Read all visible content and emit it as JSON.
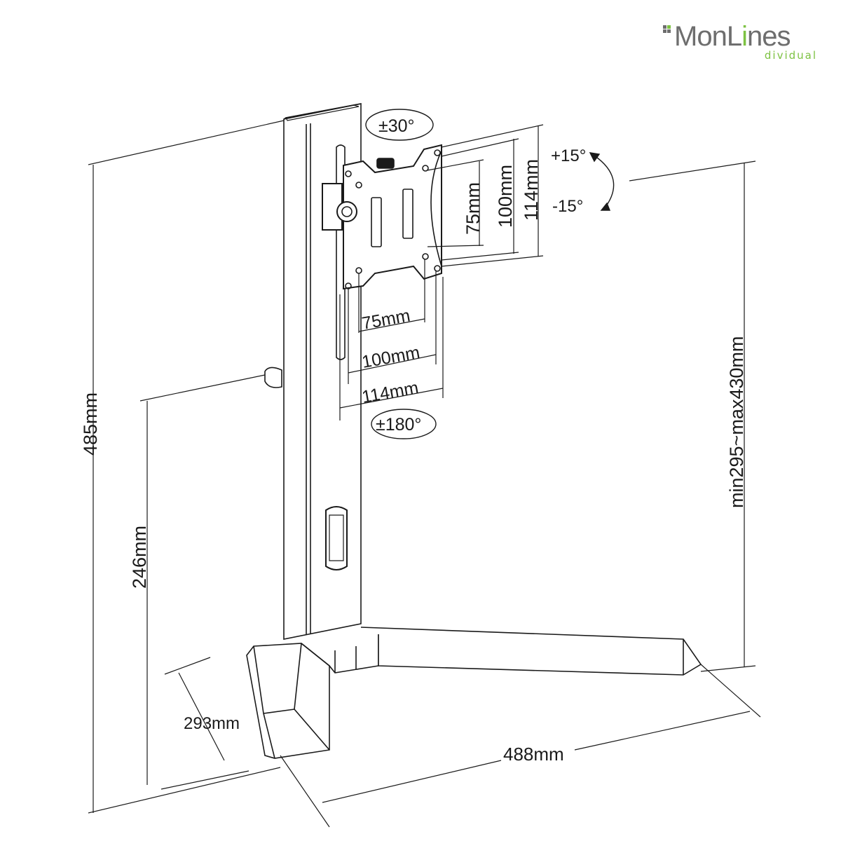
{
  "brand": {
    "name_prefix": "MonL",
    "name_accent": "i",
    "name_suffix": "nes",
    "tagline": "dividual",
    "primary_color": "#6e6e6e",
    "accent_color": "#7dc242"
  },
  "dimensions": {
    "total_height": "485mm",
    "base_to_handle_height": "246mm",
    "vesa_height_range": "min295~max430mm",
    "base_depth": "293mm",
    "base_width": "488mm",
    "vesa_vertical": [
      "75mm",
      "100mm",
      "114mm"
    ],
    "vesa_horizontal": [
      "75mm",
      "100mm",
      "114mm"
    ]
  },
  "rotations": {
    "swivel": "±30°",
    "rotation": "±180°",
    "tilt_up": "+15°",
    "tilt_down": "-15°"
  }
}
